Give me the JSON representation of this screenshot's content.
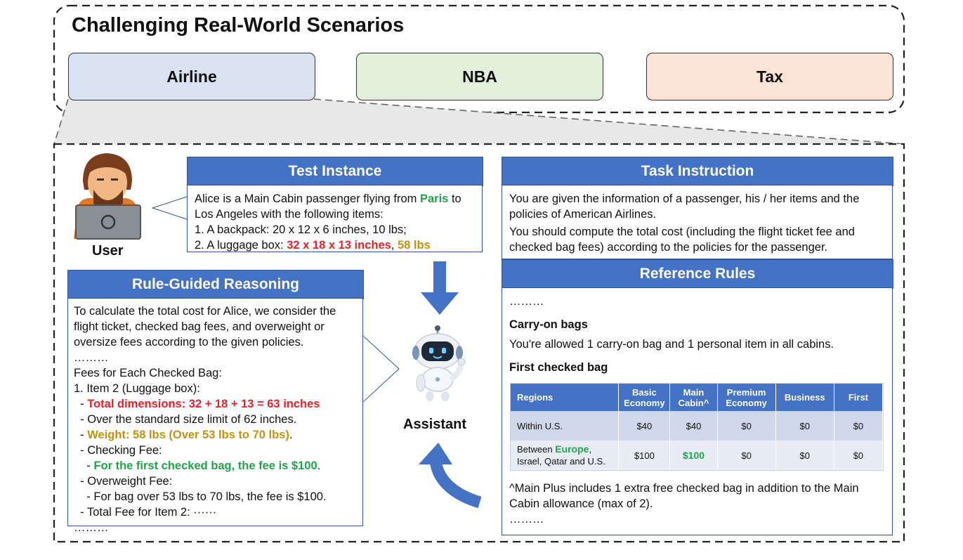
{
  "title": "Challenging Real-World Scenarios",
  "domains": [
    "Airline",
    "NBA",
    "Tax"
  ],
  "user_label": "User",
  "assistant_label": "Assistant",
  "test_instance": {
    "header": "Test Instance",
    "line1_pre": "Alice is a Main Cabin passenger flying from ",
    "line1_city": "Paris",
    "line1_post": " to",
    "line2": "Los Angeles with the following items:",
    "line3": "1. A backpack: 20 x 12 x 6 inches, 10 lbs;",
    "line4_pre": "2. A luggage box: ",
    "line4_dims": "32 x 18 x 13 inches",
    "line4_sep": ", ",
    "line4_weight": "58 lbs"
  },
  "reasoning": {
    "header": "Rule-Guided Reasoning",
    "p1_l1": "To calculate the total cost for Alice, we consider the",
    "p1_l2": "flight ticket, checked bag fees, and overweight or",
    "p1_l3": "oversize fees according to the given policies.",
    "ellipsis1": "………",
    "l5": "Fees for Each Checked Bag:",
    "l6": "1. Item 2 (Luggage box):",
    "l7_pre": "  - ",
    "l7": "Total dimensions: 32 + 18 + 13 = 63 inches",
    "l8": "  - Over the standard size limit of 62 inches.",
    "l9_pre": "  - ",
    "l9": "Weight: 58 lbs (Over 53 lbs to 70 lbs)",
    "l9_post": ".",
    "l10": "  - Checking Fee:",
    "l11_pre": "    - ",
    "l11": "For the first checked bag, the fee is $100",
    "l11_post": ".",
    "l12": "  - Overweight Fee:",
    "l13": "    - For bag over 53 lbs to 70 lbs, the fee is $100.",
    "l14": "  - Total Fee for Item 2: ······",
    "ellipsis2": "………"
  },
  "task": {
    "header": "Task Instruction",
    "l1": "You are given the information of a passenger, his / her items and the",
    "l2": "policies of American Airlines.",
    "l3": "You should compute the total cost (including the flight ticket fee and",
    "l4": "checked bag fees) according to the policies for the passenger."
  },
  "reference": {
    "header": "Reference Rules",
    "ellipsis1": "………",
    "carry_title": "Carry-on bags",
    "carry_text": "You're allowed 1 carry-on bag and 1 personal item in all cabins.",
    "first_title": "First checked bag",
    "table": {
      "headers": [
        "Regions",
        "Basic Economy",
        "Main Cabin^",
        "Premium Economy",
        "Business",
        "First"
      ],
      "header_lines": [
        [
          "Regions"
        ],
        [
          "Basic",
          "Economy"
        ],
        [
          "Main",
          "Cabin^"
        ],
        [
          "Premium",
          "Economy"
        ],
        [
          "Business"
        ],
        [
          "First"
        ]
      ],
      "rows": [
        {
          "region": "Within U.S.",
          "values": [
            "$40",
            "$40",
            "$0",
            "$0",
            "$0"
          ]
        },
        {
          "region_pre": "Between ",
          "region_hl": "Europe",
          "region_post": ",",
          "region_line2": "Israel, Qatar and U.S.",
          "values": [
            "$100",
            "$100",
            "$0",
            "$0",
            "$0"
          ]
        }
      ]
    },
    "note_l1": "^Main Plus includes 1 extra free checked bag in addition to the Main",
    "note_l2": "Cabin allowance (max of 2).",
    "ellipsis2": "………"
  },
  "colors": {
    "header_blue": "#4472c4",
    "airline": "#dae3f2",
    "nba": "#e2efda",
    "tax": "#fbe4d6",
    "red": "#e8222a",
    "green": "#1fa64b",
    "gold": "#c29311"
  },
  "icons": [
    "user-with-laptop-icon",
    "robot-assistant-icon"
  ]
}
